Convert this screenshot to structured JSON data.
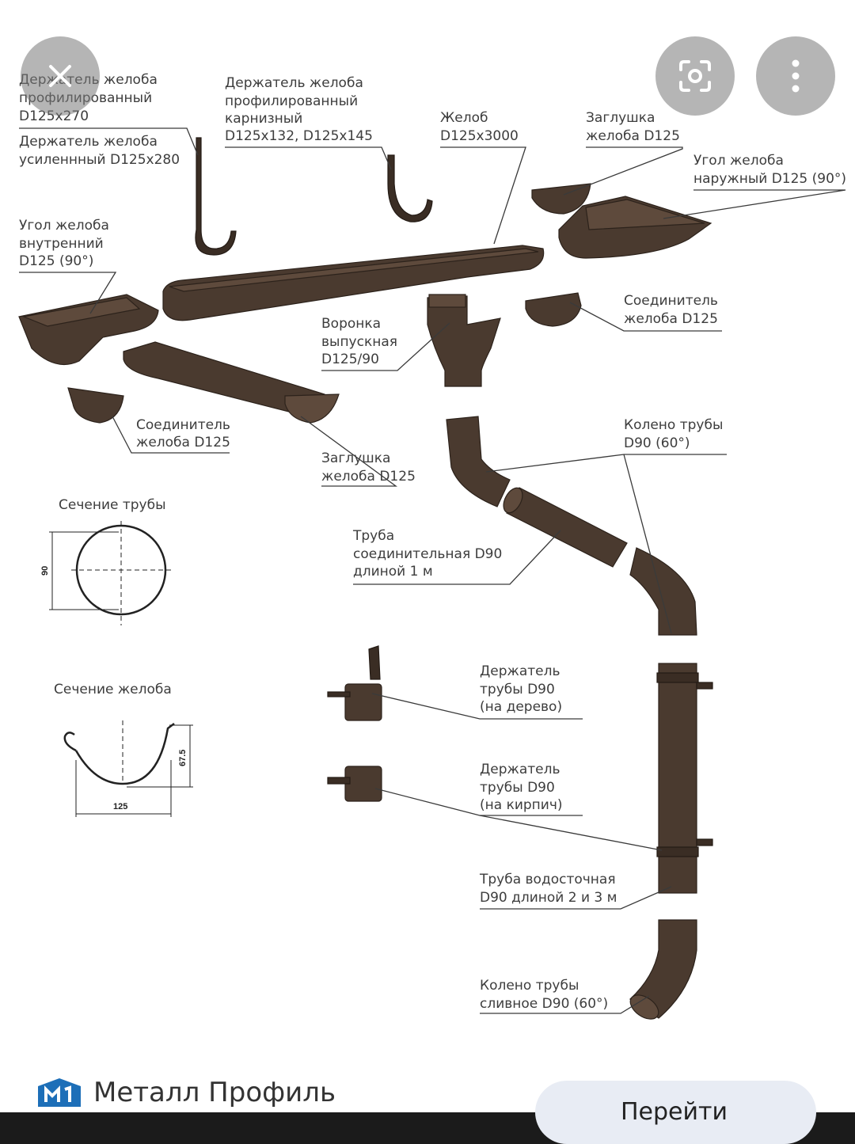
{
  "overlay": {
    "close_icon": "close-icon",
    "lens_icon": "lens-search-icon",
    "more_icon": "more-vert-icon"
  },
  "labels": {
    "holder_profiled": [
      "Держатель желоба",
      "профилированный",
      "D125x270"
    ],
    "holder_reinforced": [
      "Держатель желоба",
      "усиленнный D125x280"
    ],
    "holder_cornice": [
      "Держатель желоба",
      "профилированный",
      "карнизный",
      "D125x132, D125x145"
    ],
    "gutter": [
      "Желоб",
      "D125x3000"
    ],
    "cap_top": [
      "Заглушка",
      "желоба D125"
    ],
    "outer_corner": [
      "Угол желоба",
      "наружный D125 (90°)"
    ],
    "inner_corner": [
      "Угол желоба",
      "внутренний",
      "D125 (90°)"
    ],
    "connector_right": [
      "Соединитель",
      "желоба D125"
    ],
    "funnel": [
      "Воронка",
      "выпускная",
      "D125/90"
    ],
    "connector_left": [
      "Соединитель",
      "желоба D125"
    ],
    "cap_bottom": [
      "Заглушка",
      "желоба D125"
    ],
    "elbow_top": [
      "Колено трубы",
      "D90 (60°)"
    ],
    "pipe_section_title": "Сечение трубы",
    "pipe_dim": "90",
    "connecting_pipe": [
      "Труба",
      "соединительная D90",
      "длиной 1 м"
    ],
    "gutter_section_title": "Сечение желоба",
    "gutter_width": "125",
    "gutter_height": "67.5",
    "clamp_wood": [
      "Держатель",
      "трубы D90",
      "(на дерево)"
    ],
    "clamp_brick": [
      "Держатель",
      "трубы D90",
      "(на кирпич)"
    ],
    "downpipe": [
      "Труба водосточная",
      "D90 длиной 2 и 3 м"
    ],
    "outlet_elbow": [
      "Колено трубы",
      "сливное D90 (60°)"
    ]
  },
  "footer": {
    "brand_name": "Металл Профиль",
    "action_label": "Перейти"
  },
  "colors": {
    "metal": "#4a3a2f",
    "label": "#3d3d3d",
    "brand": "#1d6fb8"
  }
}
